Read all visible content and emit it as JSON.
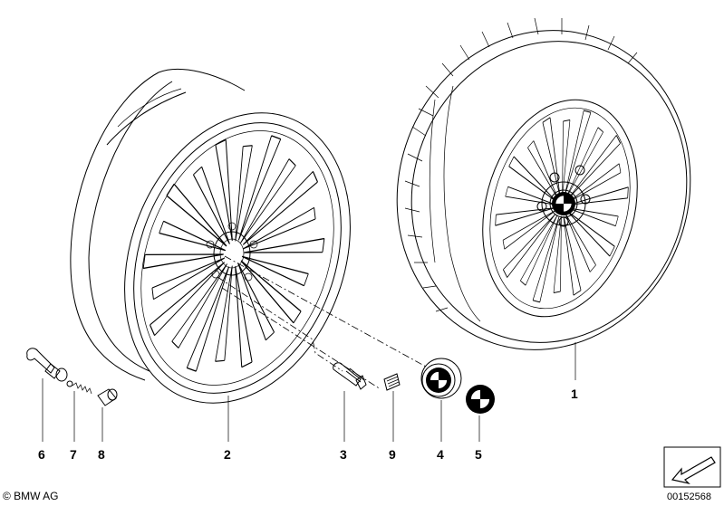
{
  "diagram": {
    "callouts": [
      "1",
      "2",
      "3",
      "4",
      "5",
      "6",
      "7",
      "8",
      "9"
    ],
    "copyright": "© BMW AG",
    "drawing_number": "00152568"
  },
  "icons": {
    "nav_arrow": "arrow-icon",
    "emblem": "bmw-roundel-icon"
  }
}
